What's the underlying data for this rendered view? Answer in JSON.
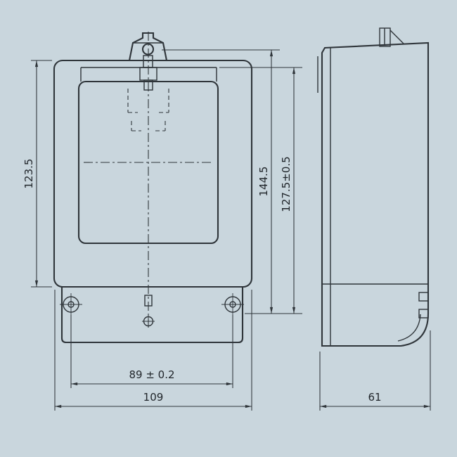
{
  "page": {
    "background_color": "#c9d6dd",
    "line_color": "#2f353a",
    "text_color": "#21262b"
  },
  "drawing": {
    "dimensions": {
      "case_height": "123.5",
      "overall_height": "144.5",
      "mounting_height": "127.5±0.5",
      "mounting_width": "89 ± 0.2",
      "case_width": "109",
      "depth": "61"
    }
  }
}
